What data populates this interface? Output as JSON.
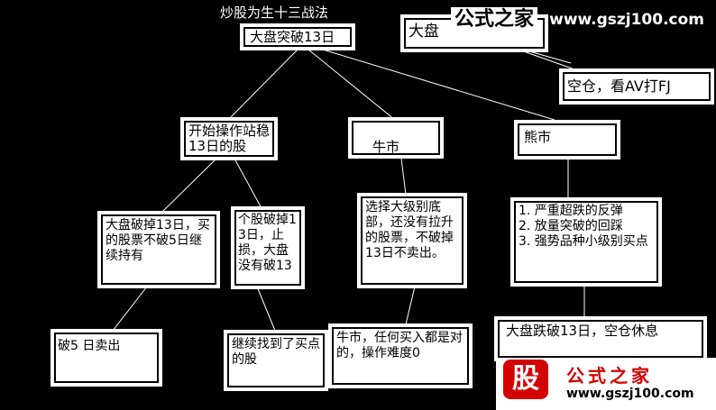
{
  "title": "炒股为生十三战法",
  "root": "大盘突破13日",
  "corner_box": "大盘",
  "side_note": "空仓，看AV打FJ",
  "branches": {
    "start": "开始操作站稳13日的股",
    "bull": "牛市",
    "bear": "熊市"
  },
  "level2": {
    "hold": "大盘破掉13日，买的股票不破5日继续持有",
    "stoploss": "个股破掉13日，止损，大盘没有破13",
    "bull_select": "选择大级别底部，还没有拉升的股票，不破掉13日不卖出。",
    "bear_strategy": "1. 严重超跌的反弹\n2. 放量突破的回踩\n3. 强势品种小级别买点"
  },
  "level3": {
    "sell5": "破5 日卖出",
    "find_buy": "继续找到了买点的股",
    "bull_any": "牛市，任何买入都是对的，操作难度0",
    "rest": "大盘跌破13日，空仓休息"
  },
  "watermarks": {
    "top_brand": "公式之家",
    "top_url": "www.gszj100.com",
    "bottom_char": "股",
    "bottom_brand": "公式之家",
    "bottom_url": "www.gszj100.com"
  },
  "colors": {
    "background": "#000000",
    "box": "#ffffff",
    "line": "#ffffff",
    "watermark_red": "#d40000"
  }
}
